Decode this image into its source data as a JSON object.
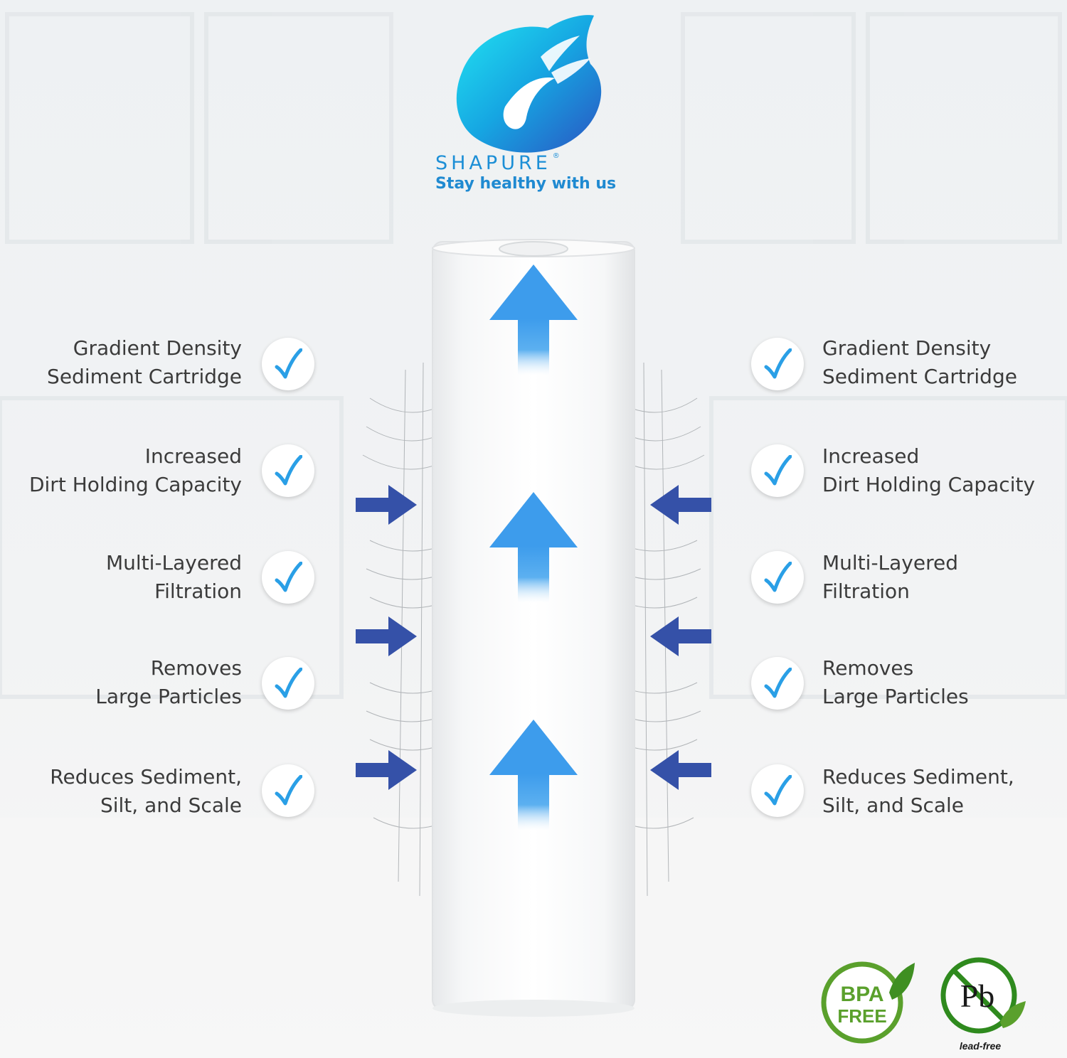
{
  "brand": {
    "name": "SHAPURE",
    "registered_mark": "®",
    "tagline": "Stay healthy with us"
  },
  "features_left": [
    {
      "line1": "Gradient Density",
      "line2": "Sediment Cartridge"
    },
    {
      "line1": "Increased",
      "line2": "Dirt Holding Capacity"
    },
    {
      "line1": "Multi-Layered",
      "line2": "Filtration"
    },
    {
      "line1": "Removes",
      "line2": "Large Particles"
    },
    {
      "line1": "Reduces Sediment,",
      "line2": "Silt, and Scale"
    }
  ],
  "features_right": [
    {
      "line1": "Gradient Density",
      "line2": "Sediment Cartridge"
    },
    {
      "line1": "Increased",
      "line2": "Dirt Holding Capacity"
    },
    {
      "line1": "Multi-Layered",
      "line2": "Filtration"
    },
    {
      "line1": "Removes",
      "line2": "Large Particles"
    },
    {
      "line1": "Reduces Sediment,",
      "line2": "Silt, and Scale"
    }
  ],
  "badges": {
    "bpa_line1": "BPA",
    "bpa_line2": "FREE",
    "lead_symbol": "Pb",
    "lead_caption": "lead-free"
  },
  "icons": [
    "leaf-drop-hand-logo",
    "check-icon",
    "flow-arrow-up-icon",
    "flow-arrow-in-icon",
    "leaf-icon",
    "no-lead-icon"
  ],
  "colors": {
    "brand_blue": "#1c8fd6",
    "check_blue": "#2a9fe6",
    "flow_arrow": "#3d9cec",
    "inlet_arrow": "#3551a8",
    "badge_green": "#5aa02c",
    "text": "#3b3b3b"
  }
}
